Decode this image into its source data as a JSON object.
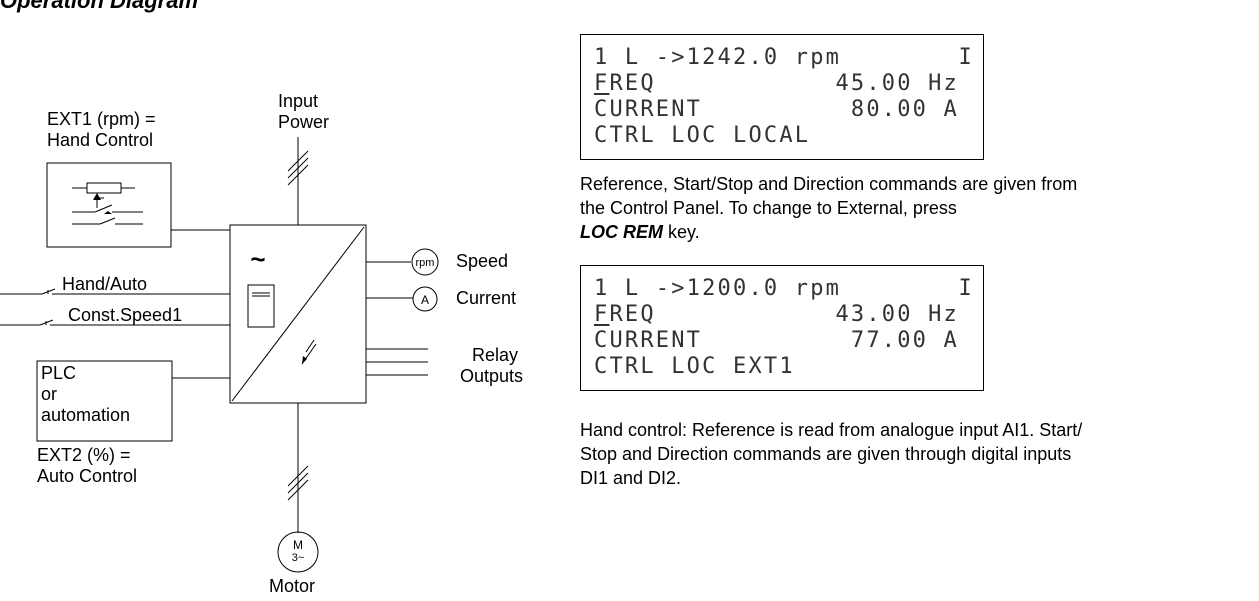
{
  "heading": "Operation Diagram",
  "diagram": {
    "ext1_label_line1": "EXT1 (rpm) =",
    "ext1_label_line2": "Hand Control",
    "input_power_line1": "Input",
    "input_power_line2": "Power",
    "hand_auto": "Hand/Auto",
    "const_speed": "Const.Speed1",
    "plc_line1": "PLC",
    "plc_line2": "or",
    "plc_line3": "automation",
    "ext2_label_line1": "EXT2 (%) =",
    "ext2_label_line2": "Auto Control",
    "rpm_symbol": "rpm",
    "speed": "Speed",
    "amp_symbol": "A",
    "current": "Current",
    "relay_line1": "Relay",
    "relay_line2": "Outputs",
    "motor_symbol_line1": "M",
    "motor_symbol_line2": "3~",
    "motor": "Motor",
    "drive_symbol": "~"
  },
  "display_local": {
    "line1_left": "1 L ->1242.0 rpm",
    "line1_right": "I",
    "line2_first": "F",
    "line2_rest": "REQ",
    "line2_value": "45.00 Hz",
    "line3_left": "CURRENT",
    "line3_value": "80.00 A",
    "line4": "CTRL LOC LOCAL"
  },
  "text_local": {
    "line1": "Reference, Start/Stop and Direction commands are given from",
    "line2": "the Control Panel. To change to External, press",
    "key": "LOC REM",
    "key_suffix": " key."
  },
  "display_ext": {
    "line1_left": "1 L ->1200.0 rpm",
    "line1_right": "I",
    "line2_first": "F",
    "line2_rest": "REQ",
    "line2_value": "43.00 Hz",
    "line3_left": "CURRENT",
    "line3_value": "77.00 A",
    "line4": "CTRL LOC EXT1"
  },
  "text_ext": {
    "line1": "Hand control: Reference is read from analogue input AI1. Start/",
    "line2": "Stop and Direction commands are given through digital inputs",
    "line3": "DI1 and DI2."
  }
}
